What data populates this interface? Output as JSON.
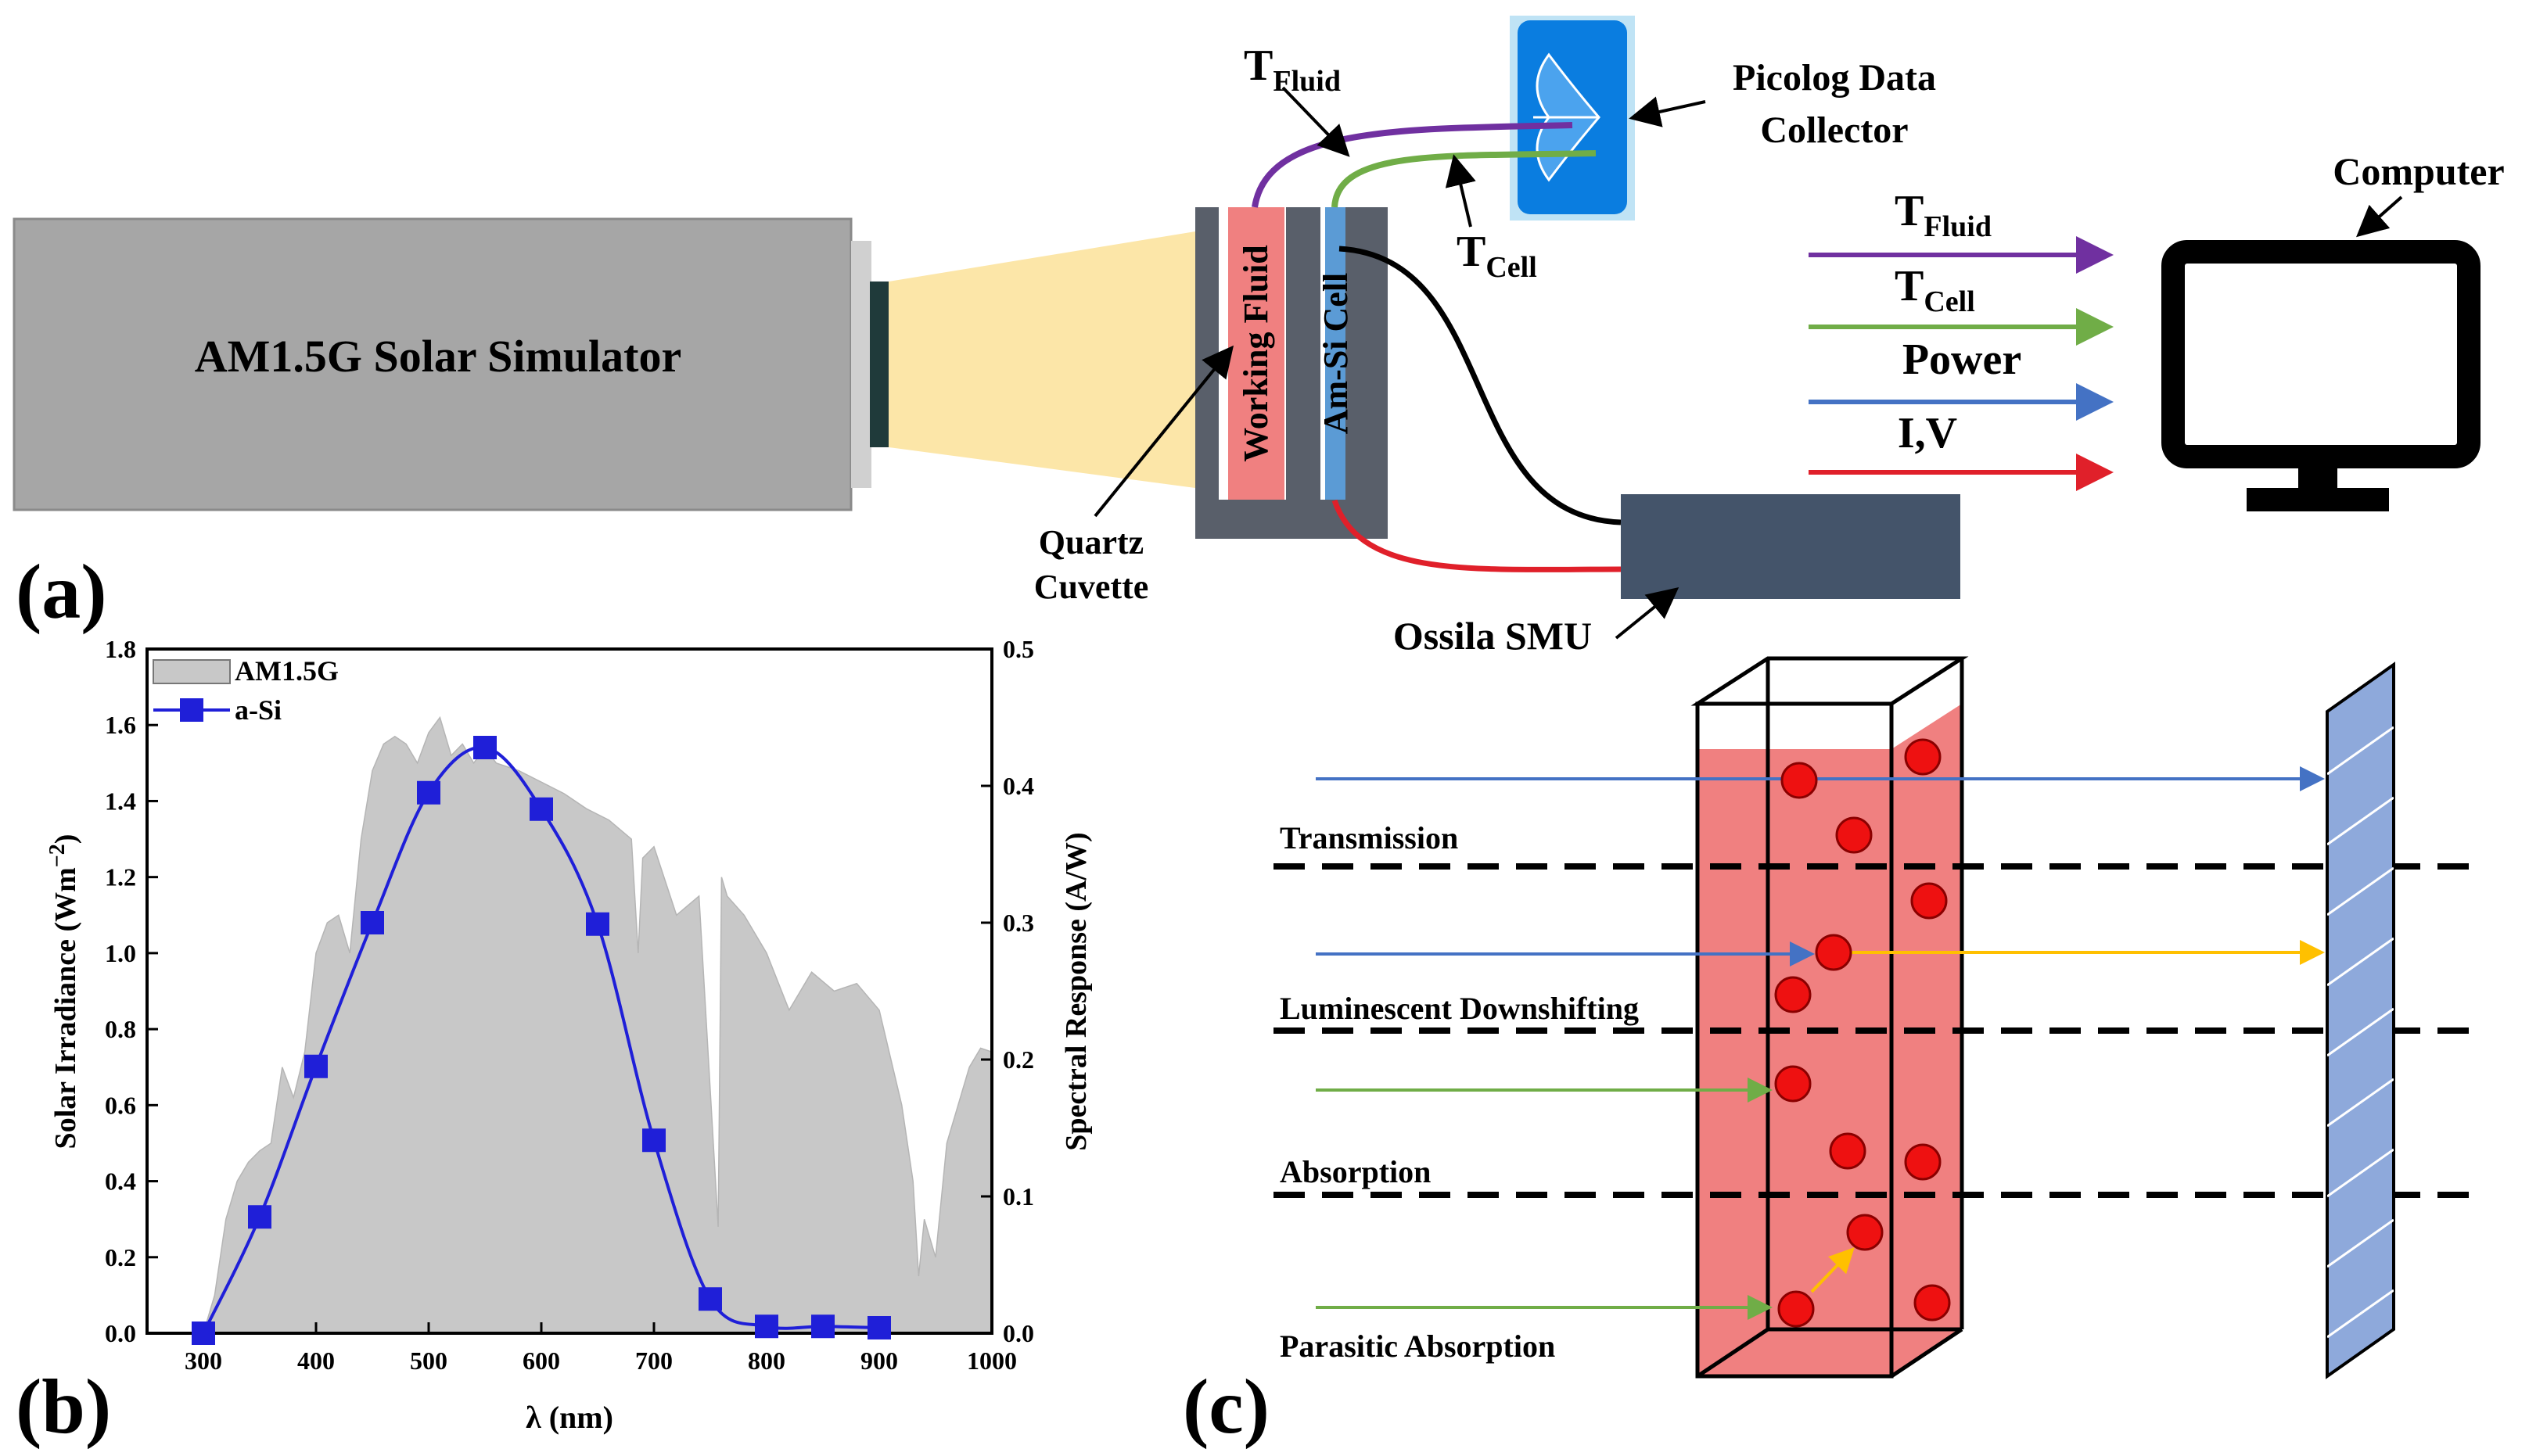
{
  "panel_a": {
    "panel_label": "(a)",
    "simulator_label": "AM1.5G Solar Simulator",
    "working_fluid_label": "Working Fluid",
    "cell_label": "Am-Si Cell",
    "quartz_label_1": "Quartz",
    "quartz_label_2": "Cuvette",
    "picolog_label_1": "Picolog Data",
    "picolog_label_2": "Collector",
    "t_fluid_main": "T",
    "t_fluid_sub": "Fluid",
    "t_cell_main": "T",
    "t_cell_sub": "Cell",
    "computer_label": "Computer",
    "ossila_label": "Ossila SMU",
    "signals": [
      {
        "main": "T",
        "sub": "Fluid",
        "color": "#7030a0"
      },
      {
        "main": "T",
        "sub": "Cell",
        "color": "#70ad47"
      },
      {
        "main": "Power",
        "sub": "",
        "color": "#4472c4"
      },
      {
        "main": "I,V",
        "sub": "",
        "color": "#e0202a"
      }
    ],
    "colors": {
      "simulator": "#a6a6a6",
      "beam": "#fce6a8",
      "fluid": "#f08080",
      "cell": "#5b9bd5",
      "cuvette": "#595f6a",
      "smu": "#44546a",
      "picolog": "#0a7de0"
    }
  },
  "panel_b": {
    "panel_label": "(b)",
    "ylabel_left": "Solar Irradiance (Wm",
    "ylabel_left_sup": "−2",
    "ylabel_left_end": ")",
    "ylabel_right": "Spectral Response (A/W)",
    "xlabel": "λ (nm)",
    "legend": [
      "AM1.5G",
      "a-Si"
    ]
  },
  "chart_data": {
    "type": "area",
    "xlabel": "λ (nm)",
    "ylabel": "Solar Irradiance (Wm−2)",
    "ylabel_right": "Spectral Response (A/W)",
    "xlim": [
      250,
      1000
    ],
    "ylim": [
      0,
      1.8
    ],
    "ylim_right": [
      0,
      0.5
    ],
    "x_ticks": [
      "300",
      "400",
      "500",
      "600",
      "700",
      "800",
      "900",
      "1000"
    ],
    "y_ticks": [
      "0.0",
      "0.2",
      "0.4",
      "0.6",
      "0.8",
      "1.0",
      "1.2",
      "1.4",
      "1.6",
      "1.8"
    ],
    "y_ticks_right": [
      "0.0",
      "0.1",
      "0.2",
      "0.3",
      "0.4",
      "0.5"
    ],
    "legend_position": "top-left",
    "series": [
      {
        "name": "AM1.5G",
        "kind": "area",
        "axis": "left",
        "color": "#c8c8c8",
        "x": [
          280,
          300,
          310,
          320,
          330,
          340,
          350,
          360,
          370,
          380,
          390,
          400,
          410,
          420,
          430,
          440,
          450,
          460,
          470,
          480,
          490,
          500,
          510,
          520,
          530,
          540,
          550,
          560,
          580,
          600,
          620,
          640,
          660,
          680,
          686,
          690,
          700,
          720,
          740,
          757,
          760,
          765,
          780,
          800,
          820,
          840,
          860,
          880,
          900,
          920,
          930,
          935,
          940,
          950,
          960,
          970,
          980,
          990,
          1000
        ],
        "values": [
          0.0,
          0.0,
          0.1,
          0.3,
          0.4,
          0.45,
          0.48,
          0.5,
          0.7,
          0.62,
          0.74,
          1.0,
          1.08,
          1.1,
          1.0,
          1.3,
          1.48,
          1.55,
          1.57,
          1.55,
          1.5,
          1.58,
          1.62,
          1.52,
          1.55,
          1.5,
          1.54,
          1.5,
          1.48,
          1.45,
          1.42,
          1.38,
          1.35,
          1.3,
          1.0,
          1.25,
          1.28,
          1.1,
          1.15,
          0.28,
          1.2,
          1.15,
          1.1,
          1.0,
          0.85,
          0.95,
          0.9,
          0.92,
          0.85,
          0.6,
          0.4,
          0.15,
          0.3,
          0.2,
          0.5,
          0.6,
          0.7,
          0.75,
          0.74
        ]
      },
      {
        "name": "a-Si",
        "kind": "line-markers",
        "axis": "right",
        "color": "#1f1fd8",
        "x": [
          300,
          350,
          400,
          450,
          500,
          550,
          600,
          650,
          700,
          750,
          800,
          850,
          900
        ],
        "values": [
          0.0,
          0.085,
          0.195,
          0.3,
          0.395,
          0.428,
          0.383,
          0.299,
          0.141,
          0.025,
          0.005,
          0.005,
          0.004
        ]
      }
    ]
  },
  "panel_c": {
    "panel_label": "(c)",
    "rows": [
      "Transmission",
      "Luminescent Downshifting",
      "Absorption",
      "Parasitic Absorption"
    ],
    "colors": {
      "liquid": "#f08080",
      "particle": "#ee1111",
      "panel": "#8ea9db",
      "blue_ray": "#4472c4",
      "green_ray": "#70ad47",
      "yellow_ray": "#ffc000"
    }
  }
}
